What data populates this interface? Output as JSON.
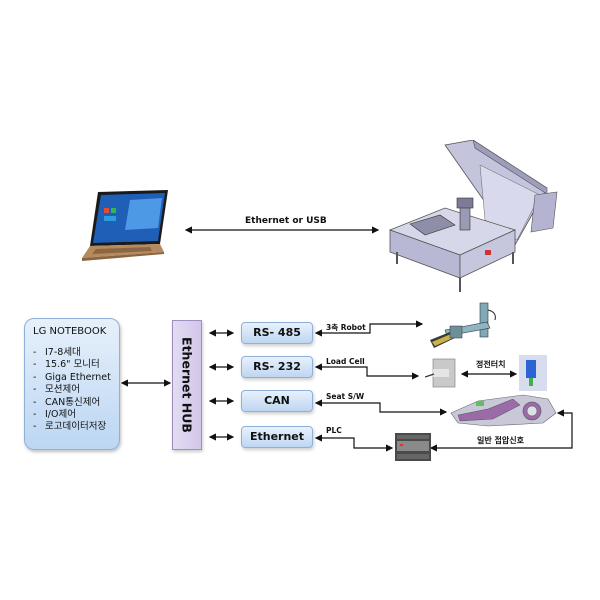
{
  "top": {
    "link_label": "Ethernet or USB",
    "laptop": "laptop-image",
    "machine": "test-machine-image"
  },
  "notebook": {
    "title": "LG NOTEBOOK",
    "items": [
      "I7-8세대",
      "15.6\" 모니터",
      "Giga Ethernet",
      "모션제어",
      "CAN통신제어",
      "I/O제어",
      "로고데이터저장"
    ]
  },
  "hub": {
    "label": "Ethernet HUB"
  },
  "protocols": [
    {
      "label": "RS- 485",
      "device_label": "3축 Robot"
    },
    {
      "label": "RS- 232",
      "device_label": "Load Cell"
    },
    {
      "label": "CAN",
      "device_label": "Seat S/W"
    },
    {
      "label": "Ethernet",
      "device_label": "PLC"
    }
  ],
  "devices": {
    "touch_label": "정전터치",
    "signal_label": "일반 접압신호"
  },
  "colors": {
    "box_blue": "#bed6f2",
    "hub_purple": "#d2c6ea",
    "seat_purple": "#9a6ba6"
  }
}
